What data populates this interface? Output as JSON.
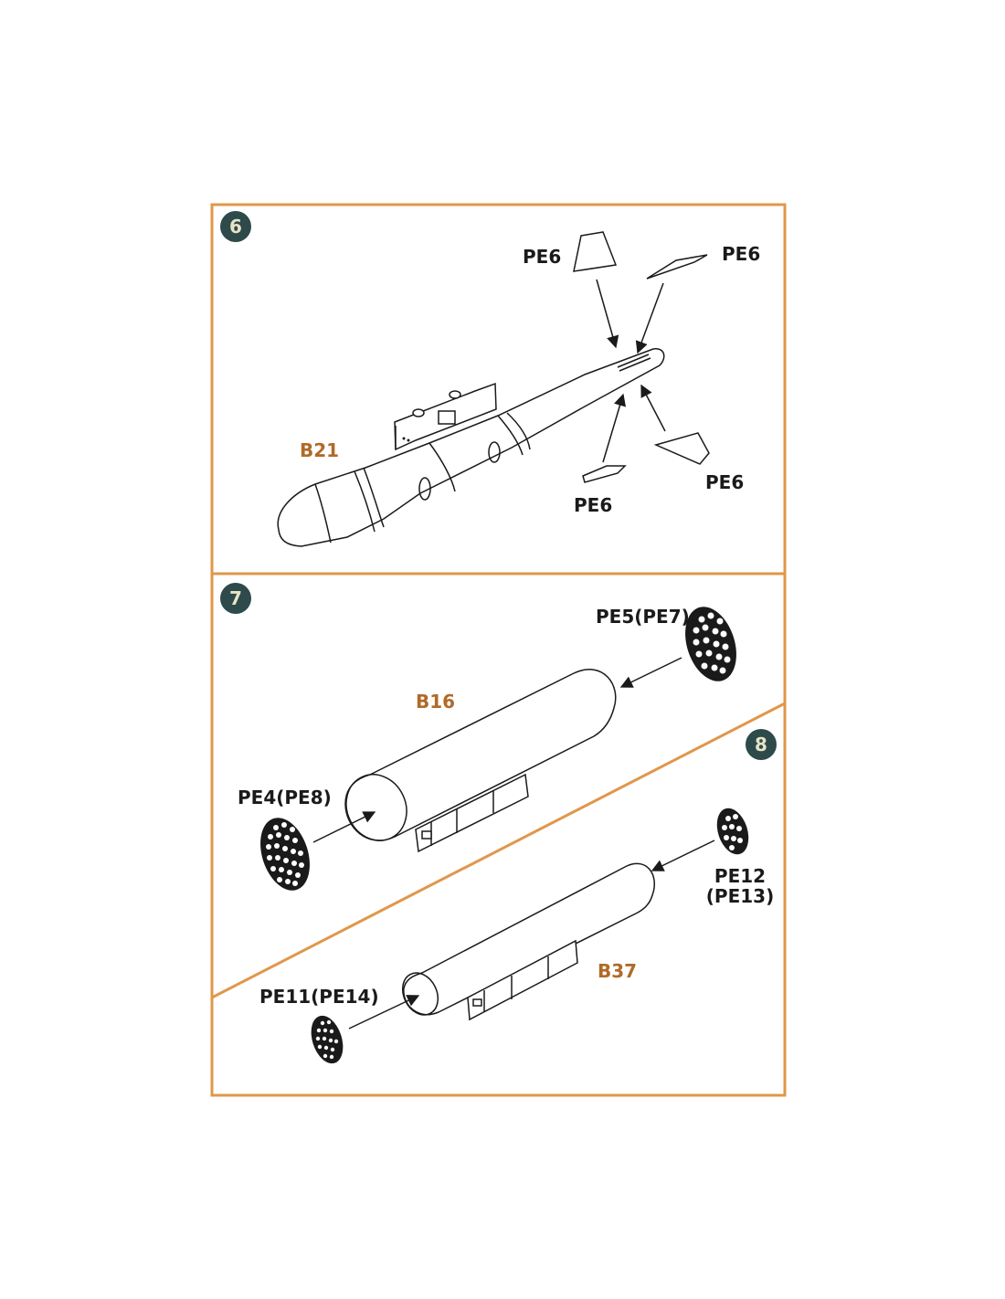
{
  "colors": {
    "frame": "#e0974a",
    "step_badge": "#2e4a4a",
    "step_badge_text": "#e8e3c8",
    "part_label_brown": "#b06a28",
    "line": "#1a1a1a"
  },
  "steps": [
    {
      "number": "6",
      "part_label": "B21",
      "callouts": [
        "PE6",
        "PE6",
        "PE6",
        "PE6"
      ]
    },
    {
      "number": "7",
      "part_label": "B16",
      "callouts": [
        "PE5(PE7)",
        "PE4(PE8)"
      ]
    },
    {
      "number": "8",
      "part_label": "B37",
      "callouts": [
        "PE12",
        "(PE13)",
        "PE11(PE14)"
      ]
    }
  ]
}
